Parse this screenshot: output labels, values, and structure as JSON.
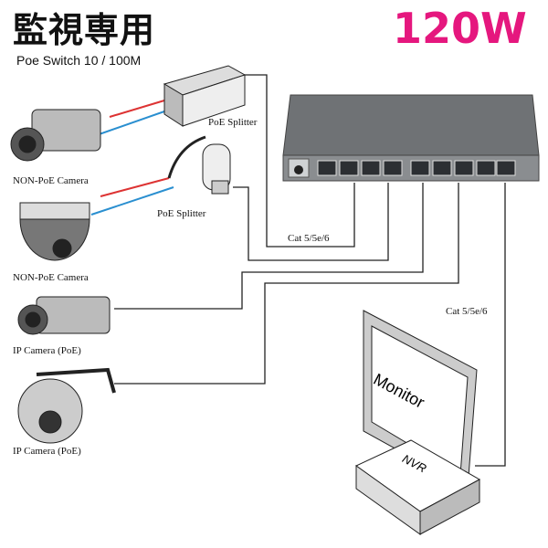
{
  "header": {
    "title": "監視専用",
    "subtitle": "Poe Switch 10 / 100M",
    "power": "120W",
    "power_color": "#e5177e"
  },
  "labels": {
    "splitter_1": "PoE Splitter",
    "splitter_2": "PoE Splitter",
    "camera_1": "NON-PoE Camera",
    "camera_2": "NON-PoE Camera",
    "camera_3": "IP Camera (PoE)",
    "camera_4": "IP Camera (PoE)",
    "cable_1": "Cat 5/5e/6",
    "cable_2": "Cat 5/5e/6",
    "monitor": "Monitor",
    "nvr": "NVR"
  }
}
